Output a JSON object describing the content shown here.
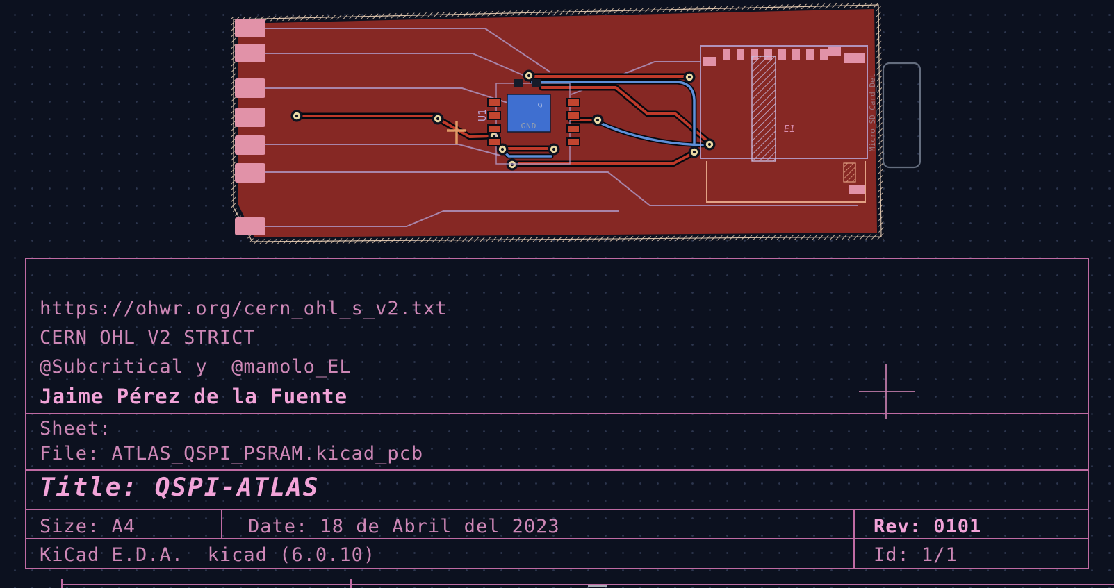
{
  "titleblock": {
    "comment_url": "https://ohwr.org/cern_ohl_s_v2.txt",
    "comment_license": "CERN OHL V2 STRICT",
    "comment_authors": "@Subcritical y  @mamolo_EL",
    "comment_name": "Jaime Pérez de la Fuente",
    "sheet_label": "Sheet:",
    "file_label": "File: ATLAS_QSPI_PSRAM.kicad_pcb",
    "title_label": "Title: QSPI-ATLAS",
    "size_label": "Size: A4",
    "date_label": "Date: 18 de Abril del 2023",
    "rev_label": "Rev: 0101",
    "tool_label": "KiCad E.D.A.  kicad (6.0.10)",
    "id_label": "Id: 1/1"
  },
  "pcb": {
    "ref_u1": "U1",
    "pad_number": "9",
    "pad_gnd": "GND",
    "ref_e1": "E1",
    "silk_sd": "Micro_SD_Card_Det"
  },
  "colors": {
    "background": "#0c111f",
    "sheet_pink": "#cd87b6",
    "sheet_pink_bright": "#f2a3d8",
    "frame_pink": "#bf6ba3",
    "copper_red": "#862824",
    "pad_pink": "#e192a8",
    "via_gold": "#e9d8a4",
    "trace_red": "#bf3a2a",
    "trace_blue": "#5e8fd8",
    "edge_tan": "#e9ceb4"
  }
}
